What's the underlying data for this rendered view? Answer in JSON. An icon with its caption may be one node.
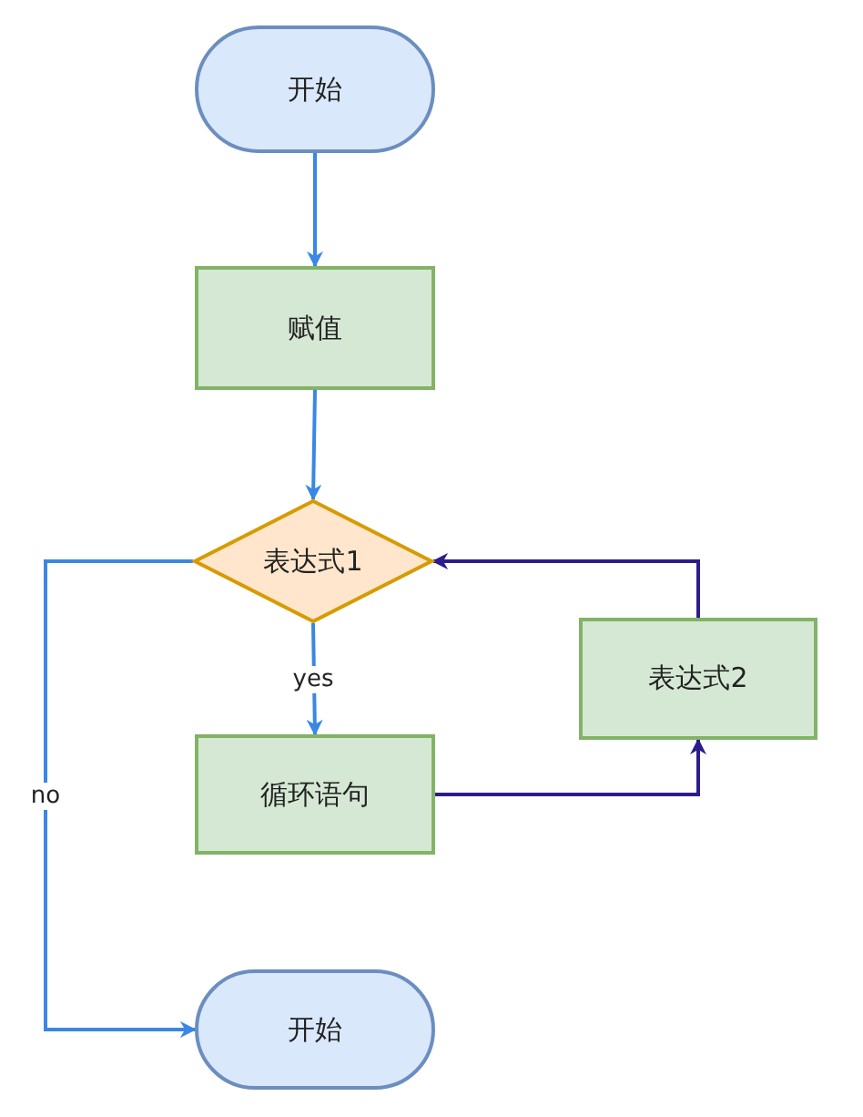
{
  "diagram": {
    "nodes": [
      {
        "text": [
          "开始"
        ]
      },
      {
        "text": [
          "赋值"
        ]
      },
      {
        "text": [
          "表达式1"
        ]
      },
      {
        "text": [
          "循环语句"
        ]
      },
      {
        "text": [
          "表达式2"
        ]
      },
      {
        "text": [
          "开始"
        ]
      }
    ],
    "edges": [
      {
        "from": 0,
        "to": 1,
        "arrow": "to"
      },
      {
        "from": 1,
        "to": 2,
        "arrow": "to"
      },
      {
        "from": 2,
        "to": 3,
        "arrow": "to",
        "label": "yes"
      },
      {
        "from": 3,
        "to": 4,
        "arrow": "to",
        "color": "#2b1d8e"
      },
      {
        "from": 4,
        "to": 2,
        "arrow": "to",
        "color": "#2b1d8e"
      },
      {
        "from": 2,
        "to": 5,
        "arrow": "to",
        "label": "no"
      }
    ]
  }
}
